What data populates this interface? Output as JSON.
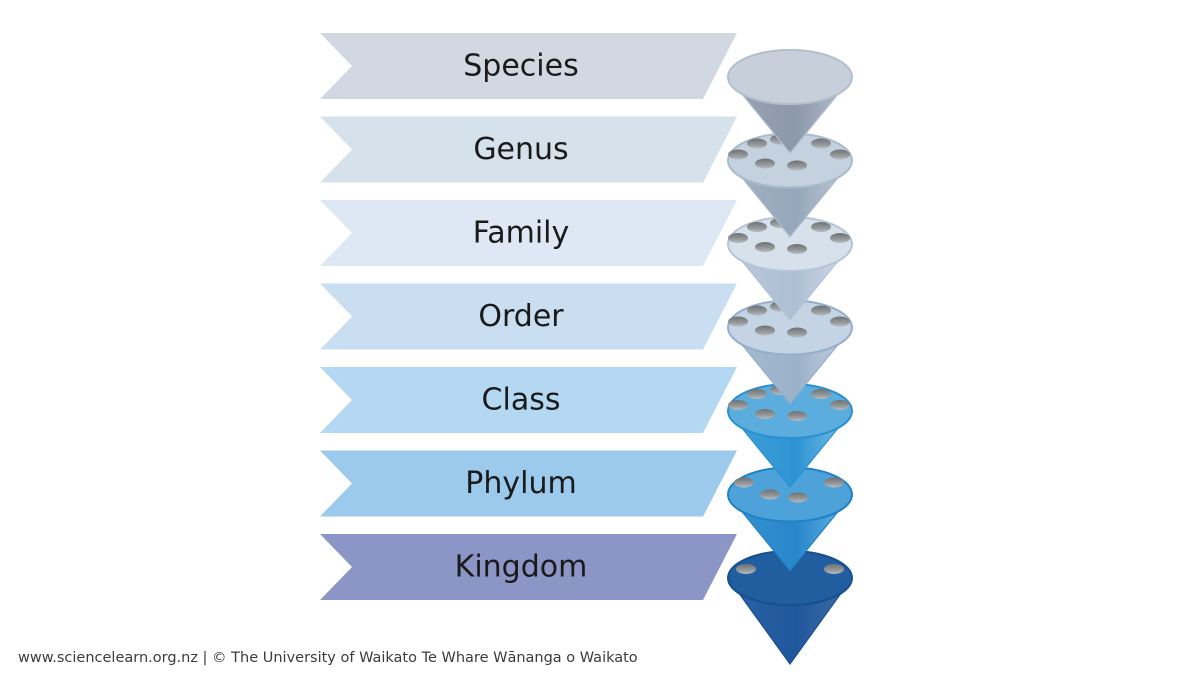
{
  "page": {
    "background": "#ffffff"
  },
  "diagram": {
    "levels": [
      {
        "label": "Species",
        "banner_color": "#d2d8e1",
        "funnel": {
          "bowl_fill": "#c7cfda",
          "bowl_stroke": "#b3bfcc",
          "cone_left": "#9aa5b5",
          "cone_mid": "#8c99ab",
          "cone_right": "#b9c3d0",
          "holes": 0
        }
      },
      {
        "label": "Genus",
        "banner_color": "#d5e2ec",
        "funnel": {
          "bowl_fill": "#c4d1de",
          "bowl_stroke": "#a9bac9",
          "cone_left": "#a3b2c3",
          "cone_mid": "#96a7bb",
          "cone_right": "#bec9d6",
          "holes": 7
        }
      },
      {
        "label": "Family",
        "banner_color": "#dde8f4",
        "funnel": {
          "bowl_fill": "#d6e1ec",
          "bowl_stroke": "#b4c5d8",
          "cone_left": "#bac8d9",
          "cone_mid": "#aebfd4",
          "cone_right": "#d2dce8",
          "holes": 7
        }
      },
      {
        "label": "Order",
        "banner_color": "#cadef2",
        "funnel": {
          "bowl_fill": "#c4d4e4",
          "bowl_stroke": "#94aecb",
          "cone_left": "#a8bdd2",
          "cone_mid": "#9ab1ca",
          "cone_right": "#c6d2e0",
          "holes": 7
        }
      },
      {
        "label": "Class",
        "banner_color": "#b4d8f2",
        "funnel": {
          "bowl_fill": "#5badde",
          "bowl_stroke": "#2a90d0",
          "cone_left": "#41a0d8",
          "cone_mid": "#2d94d3",
          "cone_right": "#7fc0e9",
          "holes": 7
        }
      },
      {
        "label": "Phylum",
        "banner_color": "#9bcaec",
        "funnel": {
          "bowl_fill": "#4da2d9",
          "bowl_stroke": "#1f82c6",
          "cone_left": "#3794d1",
          "cone_mid": "#2887cb",
          "cone_right": "#6cb4e2",
          "holes": 4
        }
      },
      {
        "label": "Kingdom",
        "banner_color": "#8b96c6",
        "funnel": {
          "bowl_fill": "#215e9f",
          "bowl_stroke": "#174f91",
          "cone_left": "#2c63a5",
          "cone_mid": "#1f579c",
          "cone_right": "#436fa6",
          "holes": 2
        }
      }
    ],
    "hole_colors": {
      "dark": "#6e7275",
      "mid": "#94989b",
      "light": "#b7bcc0"
    },
    "text_color": "#1a1a1a"
  },
  "footer": {
    "text": "www.sciencelearn.org.nz | © The University of Waikato Te Whare Wānanga o Waikato"
  }
}
